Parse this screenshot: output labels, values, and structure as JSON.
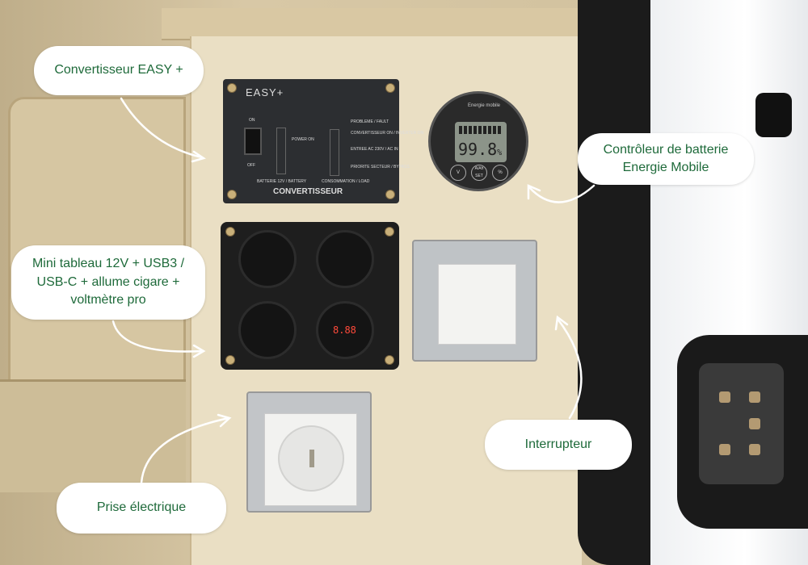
{
  "labels": {
    "converter": "Convertisseur EASY +",
    "battery_monitor_line1": "Contrôleur de batterie",
    "battery_monitor_line2": "Energie Mobile",
    "mini_panel_line1": "Mini tableau 12V + USB3 /",
    "mini_panel_line2": "USB-C + allume cigare +",
    "mini_panel_line3": "voltmètre pro",
    "switch": "Interrupteur",
    "outlet": "Prise électrique"
  },
  "converter_panel": {
    "brand": "EASY+",
    "on": "ON",
    "off": "OFF",
    "power_on": "POWER ON",
    "fault": "PROBLEME / FAULT",
    "inverter": "CONVERTISSEUR ON / INVERTER ON",
    "ac_in": "ENTREE AC 230V / AC IN",
    "bypass": "PRIORITE SECTEUR / BYPASS",
    "battery": "BATTERIE 12V / BATTERY",
    "load": "CONSOMMATION / LOAD",
    "title": "CONVERTISSEUR"
  },
  "battery_monitor": {
    "brand": "Energie mobile",
    "reading": "99.8",
    "unit": "%",
    "buttons": [
      "V",
      "A/Ah SET",
      "%"
    ]
  },
  "voltmeter": {
    "reading": "8.88"
  },
  "colors": {
    "label_text": "#1e6a3a"
  }
}
